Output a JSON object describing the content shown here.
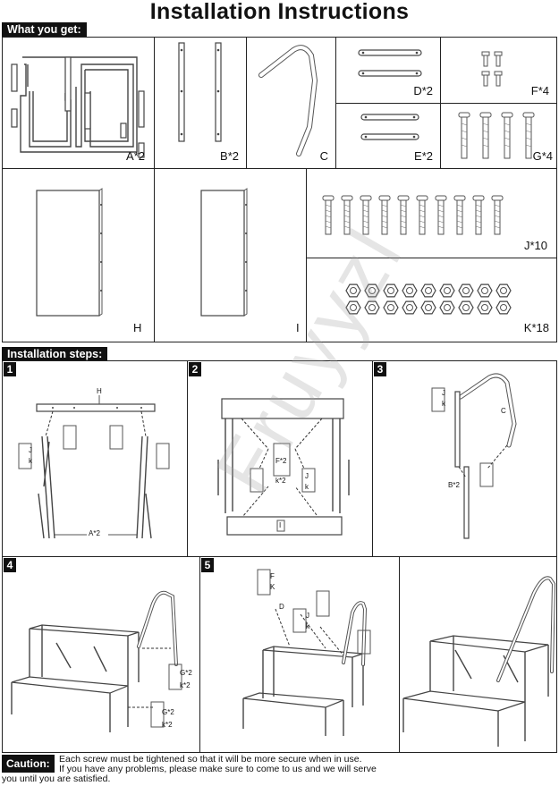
{
  "title": "Installation Instructions",
  "parts_header": "What you get:",
  "steps_header": "Installation steps:",
  "parts": {
    "A": "A*2",
    "B": "B*2",
    "C": "C",
    "D": "D*2",
    "E": "E*2",
    "F": "F*4",
    "G": "G*4",
    "H": "H",
    "I": "I",
    "J": "J*10",
    "K": "K*18"
  },
  "steps": [
    "1",
    "2",
    "3",
    "4",
    "5"
  ],
  "step1": {
    "H": "H",
    "A": "A*2",
    "J": "J",
    "k": "k"
  },
  "step2": {
    "F": "F*2",
    "k2": "k*2",
    "J": "J",
    "k": "k",
    "I": "I"
  },
  "step3": {
    "J": "J",
    "k": "k",
    "C": "C",
    "B": "B*2"
  },
  "step4": {
    "G": "G*2",
    "k": "k*2"
  },
  "step5": {
    "F": "F",
    "K": "K",
    "D": "D",
    "J": "J",
    "k": "k"
  },
  "watermark": "Fruyyzl",
  "caution": {
    "label": "Caution:",
    "line1": "Each screw must be tightened so that it will be more secure when in use.",
    "line2": "If you have any problems, please make sure to come to us and we will serve",
    "line3": "you until you are satisfied."
  }
}
